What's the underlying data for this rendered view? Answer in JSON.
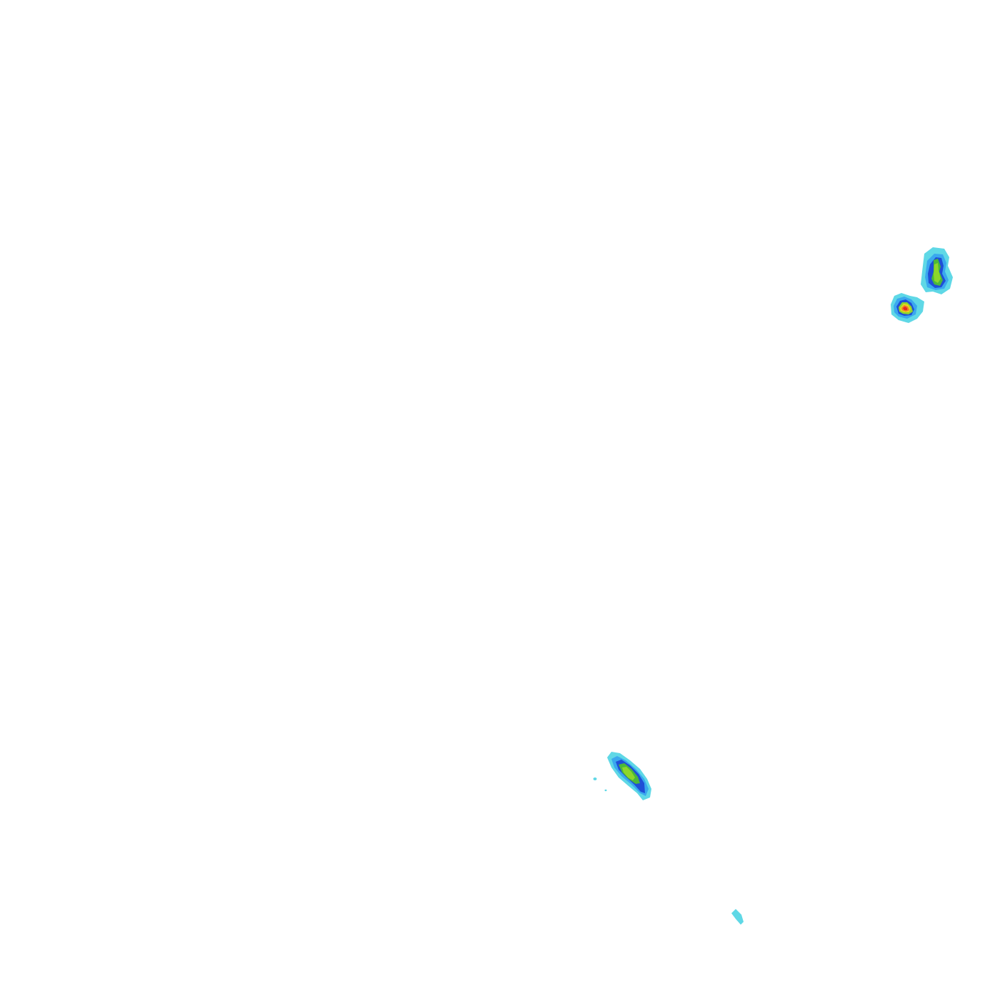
{
  "map": {
    "background_color": "#ffffff",
    "legend_shown": false,
    "labels_shown": false,
    "intensity_levels": [
      {
        "level": 1,
        "color": "#5fd8e6"
      },
      {
        "level": 2,
        "color": "#3aa8ee"
      },
      {
        "level": 3,
        "color": "#1f4fd6"
      },
      {
        "level": 4,
        "color": "#4bb83a"
      },
      {
        "level": 5,
        "color": "#8ed62b"
      },
      {
        "level": 6,
        "color": "#e6d21f"
      },
      {
        "level": 7,
        "color": "#f07a2a"
      },
      {
        "level": 8,
        "color": "#e6281f"
      }
    ],
    "cells": [
      {
        "name": "echo-cell-northeast-upper",
        "max_level": 5
      },
      {
        "name": "echo-cell-northeast-lower",
        "max_level": 8
      },
      {
        "name": "echo-cell-southcentral",
        "max_level": 5
      },
      {
        "name": "echo-cell-southeast-small",
        "max_level": 1
      },
      {
        "name": "echo-speck-1",
        "max_level": 1
      },
      {
        "name": "echo-speck-2",
        "max_level": 1
      }
    ]
  }
}
